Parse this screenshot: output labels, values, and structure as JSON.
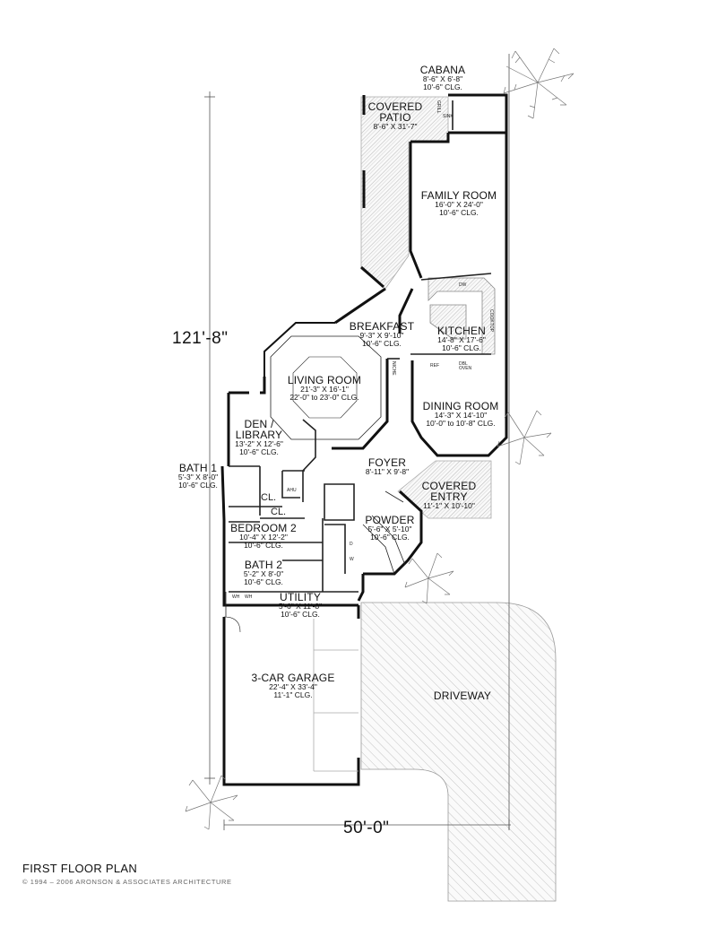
{
  "plan": {
    "title": "FIRST FLOOR PLAN",
    "copyright": "© 1994 – 2006 ARONSON & ASSOCIATES ARCHITECTURE",
    "overall_depth": "121'-8\"",
    "overall_width": "50'-0\""
  },
  "rooms": {
    "cabana": {
      "name": "CABANA",
      "dims": "8'-6\" X 6'-8\"",
      "clg": "10'-6\" CLG."
    },
    "covered_patio": {
      "name": "COVERED PATIO",
      "dims": "8'-6\" X 31'-7\"",
      "clg": ""
    },
    "family_room": {
      "name": "FAMILY ROOM",
      "dims": "16'-0\" X 24'-0\"",
      "clg": "10'-6\" CLG."
    },
    "breakfast": {
      "name": "BREAKFAST",
      "dims": "9'-3\" X 9'-10\"",
      "clg": "10'-6\" CLG."
    },
    "kitchen": {
      "name": "KITCHEN",
      "dims": "14'-8\" X 17'-6\"",
      "clg": "10'-6\" CLG."
    },
    "living_room": {
      "name": "LIVING ROOM",
      "dims": "21'-3\" X 16'-1\"",
      "clg": "22'-0\" to 23'-0\" CLG."
    },
    "dining_room": {
      "name": "DINING ROOM",
      "dims": "14'-3\" X 14'-10\"",
      "clg": "10'-0\" to 10'-8\" CLG."
    },
    "den_library": {
      "name": "DEN / LIBRARY",
      "dims": "13'-2\" X 12'-6\"",
      "clg": "10'-6\" CLG."
    },
    "foyer": {
      "name": "FOYER",
      "dims": "8'-11\" X 9'-8\"",
      "clg": ""
    },
    "covered_entry": {
      "name": "COVERED ENTRY",
      "dims": "11'-1\" X 10'-10\"",
      "clg": ""
    },
    "bath1": {
      "name": "BATH 1",
      "dims": "5'-3\" X 8'-0\"",
      "clg": "10'-6\" CLG."
    },
    "bedroom2": {
      "name": "BEDROOM 2",
      "dims": "10'-4\" X 12'-2\"",
      "clg": "10'-6\" CLG."
    },
    "powder": {
      "name": "POWDER",
      "dims": "5'-6\" X 5'-10\"",
      "clg": "10'-6\" CLG."
    },
    "bath2": {
      "name": "BATH 2",
      "dims": "5'-2\" X 8'-0\"",
      "clg": "10'-6\" CLG."
    },
    "utility": {
      "name": "UTILITY",
      "dims": "5'-6\" X 11'-8\"",
      "clg": "10'-6\" CLG."
    },
    "garage": {
      "name": "3-CAR GARAGE",
      "dims": "22'-4\" X 33'-4\"",
      "clg": "11'-1\" CLG."
    },
    "driveway": {
      "name": "DRIVEWAY"
    }
  },
  "fixtures": {
    "closet1": "CL.",
    "closet2": "CL.",
    "grill": "GRILL",
    "sink": "SINK",
    "dw": "DW",
    "ref": "REF",
    "oven": "DBL OVEN",
    "cooktop": "COOKTOP",
    "niche": "NICHE",
    "ahu": "AHU",
    "wh1": "WH",
    "wh2": "WH",
    "d": "D",
    "w": "W"
  },
  "colors": {
    "wall": "#111111",
    "hatch": "#a9a9a9",
    "line": "#333333"
  }
}
